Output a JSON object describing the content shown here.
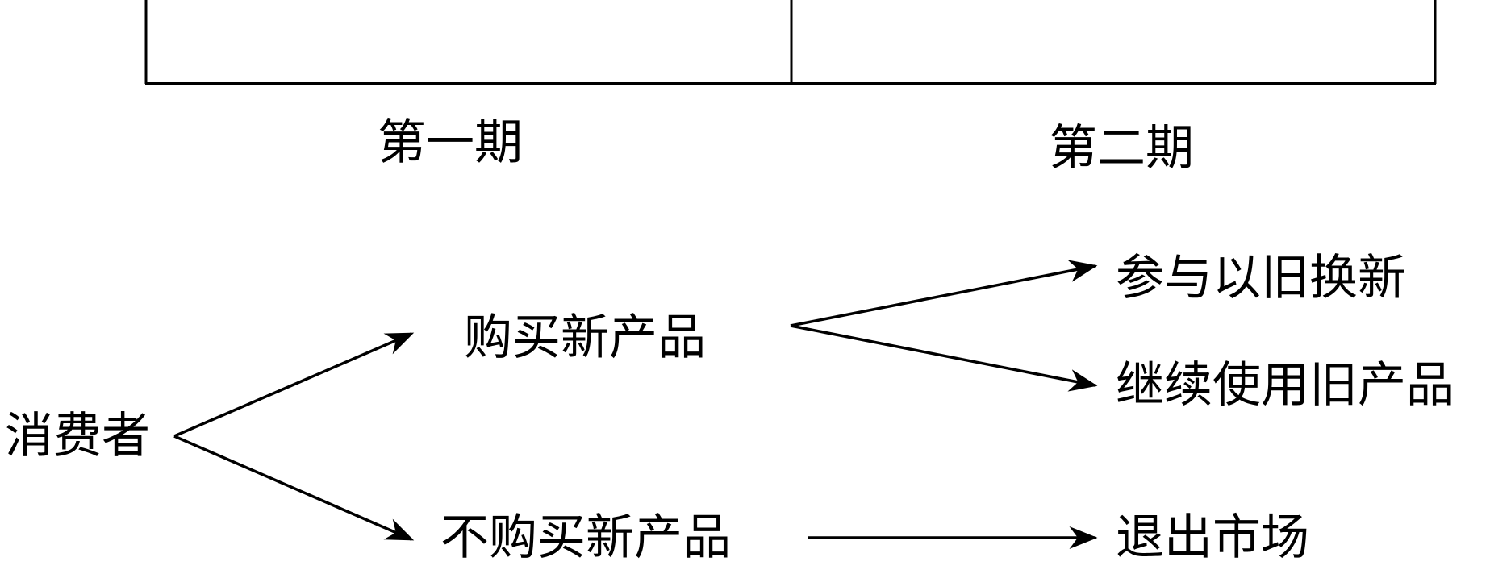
{
  "timeline": {
    "period1": "第一期",
    "period2": "第二期"
  },
  "nodes": {
    "consumer": "消费者",
    "buy": "购买新产品",
    "not_buy": "不购买新产品",
    "trade_in": "参与以旧换新",
    "keep_old": "继续使用旧产品",
    "exit": "退出市场"
  }
}
